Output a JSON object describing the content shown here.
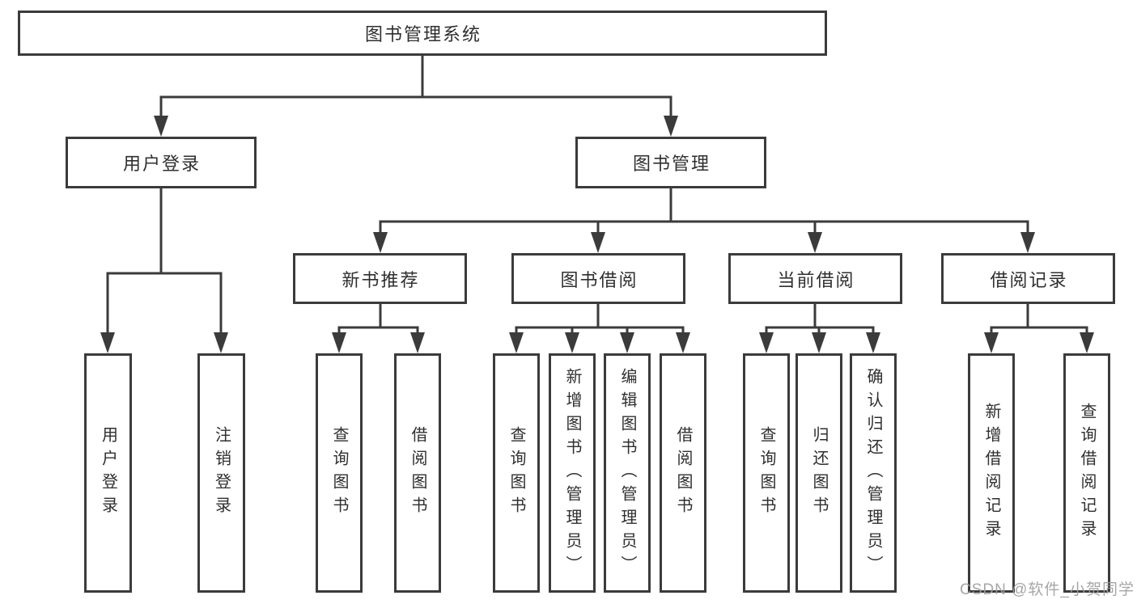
{
  "title": "图书管理系统",
  "tree": {
    "root": {
      "label": "图书管理系统"
    },
    "branches": [
      {
        "label": "用户登录",
        "leaves": [
          {
            "label": "用户登录"
          },
          {
            "label": "注销登录"
          }
        ]
      },
      {
        "label": "图书管理",
        "groups": [
          {
            "label": "新书推荐",
            "leaves": [
              {
                "label": "查询图书"
              },
              {
                "label": "借阅图书"
              }
            ]
          },
          {
            "label": "图书借阅",
            "leaves": [
              {
                "label": "查询图书"
              },
              {
                "label": "新增图书（管理员）"
              },
              {
                "label": "编辑图书（管理员）"
              },
              {
                "label": "借阅图书"
              }
            ]
          },
          {
            "label": "当前借阅",
            "leaves": [
              {
                "label": "查询图书"
              },
              {
                "label": "归还图书"
              },
              {
                "label": "确认归还（管理员）"
              }
            ]
          },
          {
            "label": "借阅记录",
            "leaves": [
              {
                "label": "新增借阅记录"
              },
              {
                "label": "查询借阅记录"
              }
            ]
          }
        ]
      }
    ]
  },
  "watermark": "CSDN @软件_小贺同学",
  "colors": {
    "line": "#3b3b3b",
    "box_border": "#3b3b3b",
    "text": "#2f2f2f",
    "watermark": "#9e9e9e",
    "background": "#ffffff"
  }
}
